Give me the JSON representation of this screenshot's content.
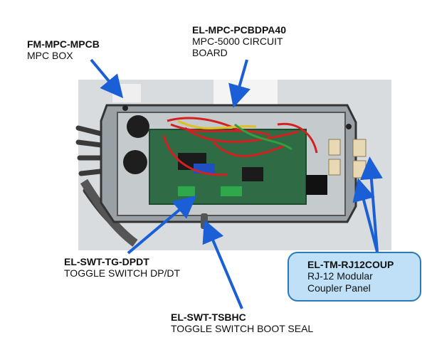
{
  "callouts": [
    {
      "part": "FM-MPC-MPCB",
      "desc": "MPC BOX"
    },
    {
      "part": "EL-MPC-PCBDPA40",
      "desc_line1": "MPC-5000 CIRCUIT",
      "desc_line2": "BOARD"
    },
    {
      "part": "EL-SWT-TG-DPDT",
      "desc": "TOGGLE SWITCH DP/DT"
    },
    {
      "part": "EL-SWT-TSBHC",
      "desc": "TOGGLE SWITCH BOOT SEAL"
    },
    {
      "part": "EL-TM-RJ12COUP",
      "desc_line1": "RJ-12 Modular",
      "desc_line2": "Coupler Panel"
    }
  ],
  "colors": {
    "arrow": "#1a5fd6",
    "callout_fill": "#bfe0f6",
    "callout_border": "#2a7ab8"
  }
}
